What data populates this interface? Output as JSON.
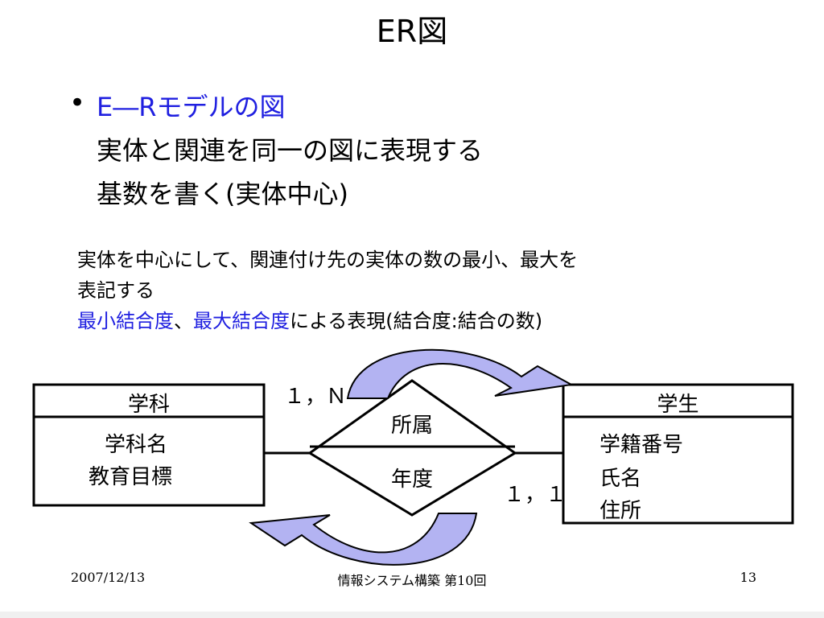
{
  "title": "ER図",
  "bullet": {
    "marker": "•",
    "heading": "E―Rモデルの図",
    "line2": "実体と関連を同一の図に表現する",
    "line3": "基数を書く(実体中心)"
  },
  "description": {
    "line1": "実体を中心にして、関連付け先の実体の数の最小、最大を",
    "line2": "表記する",
    "min_term": "最小結合度",
    "sep": "、",
    "max_term": "最大結合度",
    "line3_rest": "による表現(結合度:結合の数)"
  },
  "diagram": {
    "entity_left": {
      "name": "学科",
      "attributes": [
        "学科名",
        "教育目標"
      ]
    },
    "entity_right": {
      "name": "学生",
      "attributes": [
        "学籍番号",
        "氏名",
        "住所"
      ]
    },
    "relationship": {
      "name": "所属",
      "attribute": "年度"
    },
    "cardinality_top": "１，Ｎ",
    "cardinality_bottom": "１，１",
    "arrow_fill": "#b3b3f2",
    "arrow_stroke": "#000000"
  },
  "footer": {
    "date": "2007/12/13",
    "course": "情報システム構築 第10回",
    "page": "13"
  },
  "colors": {
    "accent": "#1f1fe0"
  }
}
